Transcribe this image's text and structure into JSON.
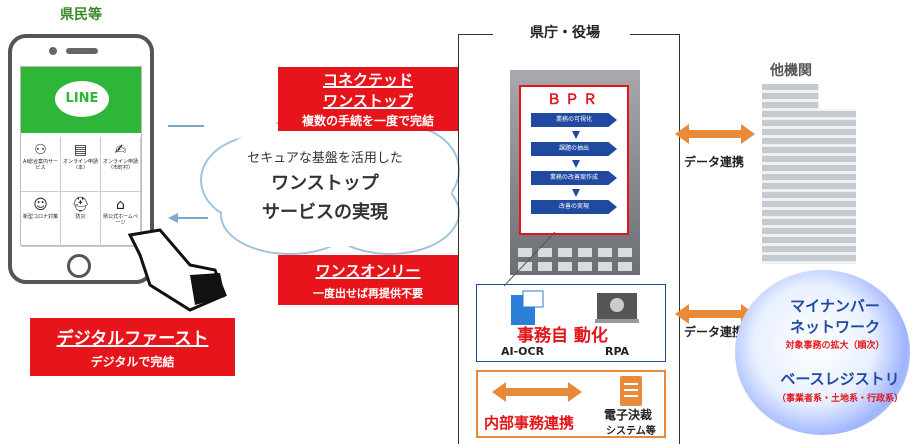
{
  "citizens_label": "県民等",
  "phone": {
    "line_logo": "LINE",
    "menu": [
      {
        "icon": "chat-robot-icon",
        "glyph": "⚇",
        "label": "AI総合案内サービス"
      },
      {
        "icon": "document-icon",
        "glyph": "▤",
        "label": "オンライン申請（本）"
      },
      {
        "icon": "hand-icon",
        "glyph": "✍",
        "label": "オンライン申請（市町村）"
      },
      {
        "icon": "mask-icon",
        "glyph": "☺",
        "label": "新型コロナ対策"
      },
      {
        "icon": "disaster-icon",
        "glyph": "⛑",
        "label": "防災"
      },
      {
        "icon": "home-icon",
        "glyph": "⌂",
        "label": "県公式ホームページ"
      }
    ]
  },
  "connected": {
    "title": "コネクテッド",
    "title2": "ワンストップ",
    "sub": "複数の手続を一度で完結"
  },
  "cloud": {
    "line1": "セキュアな基盤を活用した",
    "line2": "ワンストップ",
    "line3": "サービスの実現"
  },
  "once_only": {
    "title": "ワンスオンリー",
    "sub": "一度出せば再提供不要"
  },
  "digital_first": {
    "title": "デジタルファースト",
    "sub": "デジタルで完結"
  },
  "office": {
    "title": "県庁・役場",
    "bpr_title": "ＢＰＲ",
    "bpr_steps": [
      "業務の可視化",
      "課題の抽出",
      "業務の改善案作成",
      "改善の実現"
    ],
    "automation_title": "事務自 動化",
    "ai_ocr": "AI-OCR",
    "rpa": "RPA",
    "internal_link": "内部事務連携",
    "e_payment": "電子決裁",
    "e_payment2": "システム等"
  },
  "other_org": "他機関",
  "data_link_label": "データ連携",
  "mynumber": {
    "line1": "マイナンバー",
    "line2": "ネットワーク",
    "sub": "対象事務の拡大（順次）"
  },
  "base_registry": {
    "title": "ベースレジストリ",
    "sub": "（事業者系・土地系・行政系）"
  },
  "colors": {
    "red": "#e8141b",
    "green": "#2fb639",
    "blue": "#1f4aa0",
    "orange": "#e88a3a"
  }
}
